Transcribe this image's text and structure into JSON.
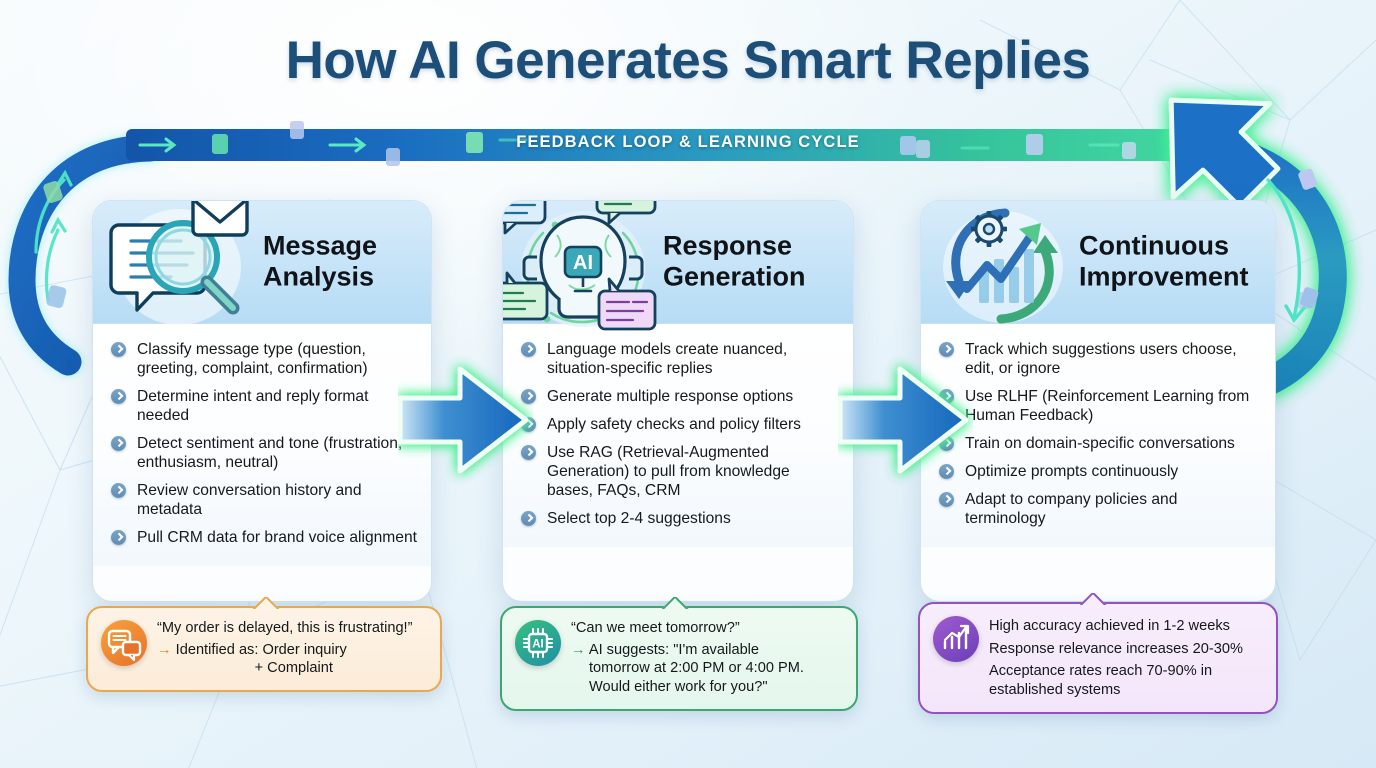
{
  "title": "How AI Generates Smart Replies",
  "loop": {
    "label": "FEEDBACK LOOP & LEARNING CYCLE",
    "accent_blue": "#1c6fc0",
    "accent_green": "#3ee08a"
  },
  "colors": {
    "title": "#1d4e78",
    "card_header_top": "#d8ecfa",
    "card_header_bottom": "#b6dcf5",
    "bullet_marker": "#5f8cb4",
    "arrow_blue": "#1f73c4",
    "arrow_glow": "#4bec8f",
    "callout_orange": "#e8a84f",
    "callout_green": "#3aa870",
    "callout_purple": "#9352bf",
    "background": "#e2f0f9"
  },
  "steps": [
    {
      "id": "message-analysis",
      "title_line1": "Message",
      "title_line2": "Analysis",
      "icon": "message-magnifier-envelope-icon",
      "bullets": [
        "Classify message type (question, greeting, complaint, confirmation)",
        "Determine intent and reply format needed",
        "Detect sentiment and tone (frustration, enthusiasm, neutral)",
        "Review conversation history and metadata",
        "Pull CRM data for brand voice alignment"
      ],
      "example": {
        "badge_icon": "chat-bubbles-icon",
        "quote": "“My order is delayed, this is frustrating!”",
        "result_arrow": "→",
        "result_line1": "Identified as: Order inquiry",
        "result_line2": "+ Complaint"
      }
    },
    {
      "id": "response-generation",
      "title_line1": "Response",
      "title_line2": "Generation",
      "icon": "ai-robot-head-icon",
      "bullets": [
        "Language models create nuanced, situation-specific replies",
        "Generate multiple response options",
        "Apply safety checks and policy filters",
        "Use RAG (Retrieval-Augmented Generation) to pull from knowledge bases, FAQs, CRM",
        "Select top 2-4 suggestions"
      ],
      "example": {
        "badge_icon": "ai-chip-icon",
        "quote": "“Can we meet tomorrow?”",
        "result_arrow": "→",
        "result_line1": "AI suggests: \"I'm available",
        "result_line2": "tomorrow at 2:00 PM or 4:00 PM.",
        "result_line3": "Would either work for you?\""
      }
    },
    {
      "id": "continuous-improvement",
      "title_line1": "Continuous",
      "title_line2": "Improvement",
      "icon": "cycle-gear-growth-chart-icon",
      "bullets": [
        "Track which suggestions users choose, edit, or ignore",
        "Use RLHF (Reinforcement Learning from Human Feedback)",
        "Train on domain-specific conversations",
        "Optimize prompts continuously",
        "Adapt to company policies and terminology"
      ],
      "example": {
        "badge_icon": "bar-chart-growth-icon",
        "stats": [
          "High accuracy achieved in 1-2 weeks",
          "Response relevance increases 20-30%",
          "Acceptance rates reach 70-90% in established systems"
        ]
      }
    }
  ]
}
